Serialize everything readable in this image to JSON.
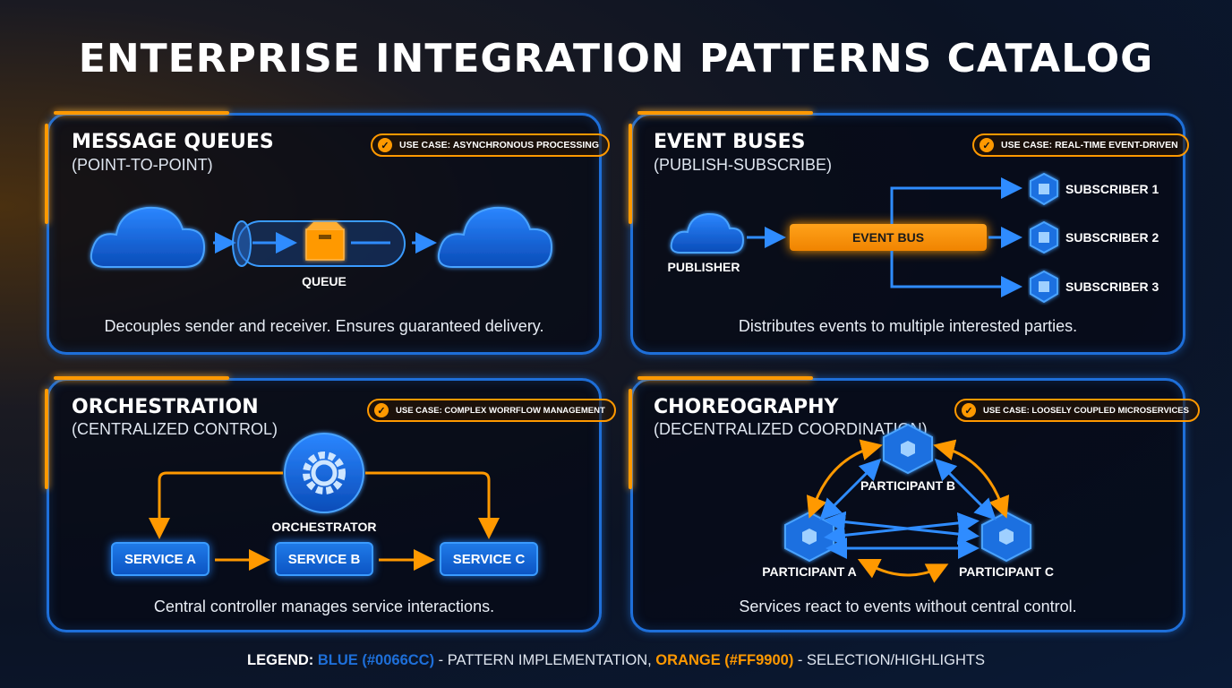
{
  "title": "ENTERPRISE INTEGRATION PATTERNS CATALOG",
  "colors": {
    "blue": "#0066CC",
    "orange": "#FF9900"
  },
  "panels": {
    "mq": {
      "title": "MESSAGE QUEUES",
      "subtitle": "(POINT-TO-POINT)",
      "badge": "USE CASE: ASYNCHRONOUS PROCESSING",
      "queue_label": "QUEUE",
      "description": "Decouples sender and receiver. Ensures guaranteed delivery."
    },
    "eb": {
      "title": "EVENT BUSES",
      "subtitle": "(PUBLISH-SUBSCRIBE)",
      "badge": "USE CASE: REAL-TIME EVENT-DRIVEN",
      "publisher": "PUBLISHER",
      "bus": "EVENT BUS",
      "subscribers": [
        "SUBSCRIBER 1",
        "SUBSCRIBER 2",
        "SUBSCRIBER 3"
      ],
      "description": "Distributes events to multiple interested parties."
    },
    "orch": {
      "title": "ORCHESTRATION",
      "subtitle": "(CENTRALIZED CONTROL)",
      "badge": "USE CASE: COMPLEX WORRFLOW MANAGEMENT",
      "orchestrator": "ORCHESTRATOR",
      "services": [
        "SERVICE A",
        "SERVICE B",
        "SERVICE C"
      ],
      "description": "Central controller manages service interactions."
    },
    "chor": {
      "title": "CHOREOGRAPHY",
      "subtitle": "(DECENTRALIZED COORDINATION)",
      "badge": "USE CASE: LOOSELY COUPLED MICROSERVICES",
      "participants": [
        "PARTICIPANT B",
        "PARTICIPANT A",
        "PARTICIPANT C"
      ],
      "description": "Services react to events without central control."
    }
  },
  "legend": {
    "prefix": "LEGEND:",
    "blue": "BLUE (#0066CC)",
    "blue_text": " - PATTERN IMPLEMENTATION, ",
    "orange": "ORANGE (#FF9900)",
    "orange_text": " - SELECTION/HIGHLIGHTS"
  }
}
